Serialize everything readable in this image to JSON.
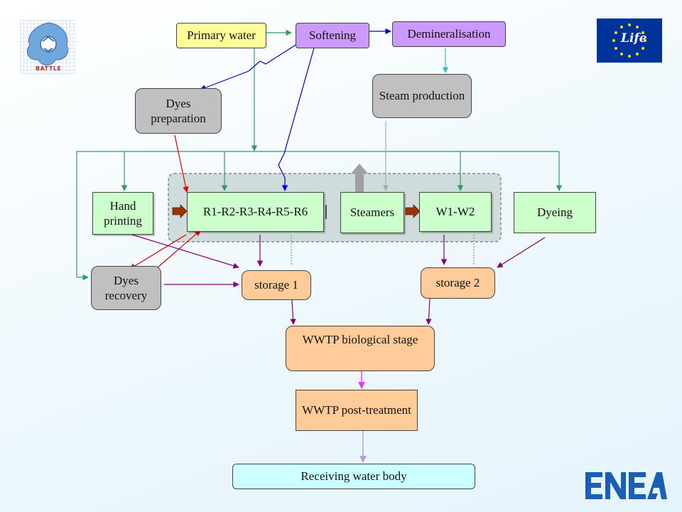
{
  "nodes": {
    "primary_water": "Primary water",
    "softening": "Softening",
    "demineralisation": "Demineralisation",
    "steam_production": "Steam production",
    "dyes_preparation": "Dyes preparation",
    "hand_printing": "Hand printing",
    "r1_r6": "R1-R2-R3-R4-R5-R6",
    "steamers": "Steamers",
    "w1_w2": "W1-W2",
    "dyeing": "Dyeing",
    "dyes_recovery": "Dyes recovery",
    "storage1": "storage 1",
    "storage2": "storage 2",
    "wwtp_bio": "WWTP biological stage",
    "wwtp_post": "WWTP post-treatment",
    "receiving": "Receiving water body"
  },
  "logos": {
    "battle": "BATTLE",
    "eu_life": "Life",
    "enea": "ENEA"
  },
  "colors": {
    "process_box": "#ccffcc",
    "storage_box": "#ffcc99",
    "utility_box": "#cc99ff",
    "dyes_box": "#c0c0c0",
    "input_box": "#ffff99",
    "output_box": "#ccffff",
    "green_flow": "#339966",
    "blue_flow": "#0000cc",
    "red_flow": "#dd0000",
    "purple_flow": "#800080",
    "enea_blue": "#1a5fb4"
  }
}
